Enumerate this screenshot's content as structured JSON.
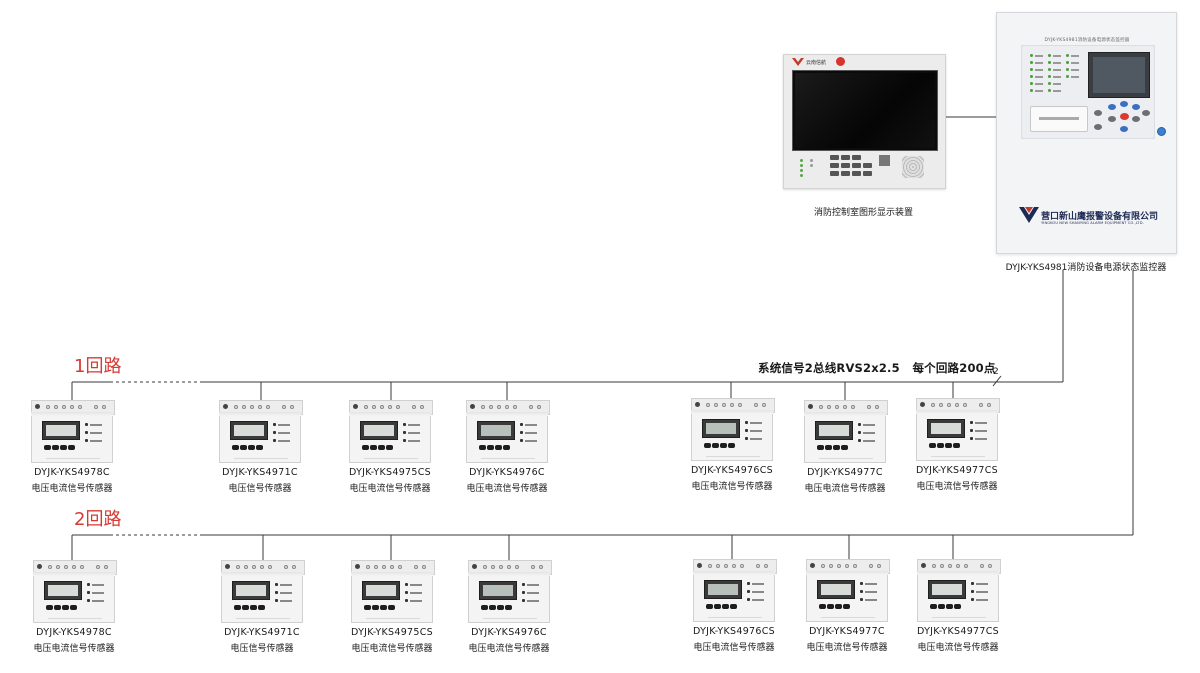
{
  "display_device": {
    "caption": "消防控制室图形显示装置",
    "brand": "云南信航"
  },
  "monitor": {
    "caption": "DYJK-YKS4981消防设备电源状态监控器",
    "panel_title": "DYJK-YKS4981消防设备电源状态监控器",
    "company_cn": "营口新山鹰报警设备有限公司",
    "company_en": "YINGKOU NEW SHANYING ALARM EQUIPMENT CO.,LTD."
  },
  "bus": {
    "note": "系统信号2总线RVS2x2.5   每个回路200点",
    "count": "2"
  },
  "loops": [
    {
      "label": "1回路",
      "sensors": [
        {
          "model": "DYJK-YKS4978C",
          "desc": "电压电流信号传感器"
        },
        {
          "model": "DYJK-YKS4971C",
          "desc": "电压信号传感器"
        },
        {
          "model": "DYJK-YKS4975CS",
          "desc": "电压电流信号传感器"
        },
        {
          "model": "DYJK-YKS4976C",
          "desc": "电压电流信号传感器"
        },
        {
          "model": "DYJK-YKS4976CS",
          "desc": "电压电流信号传感器"
        },
        {
          "model": "DYJK-YKS4977C",
          "desc": "电压电流信号传感器"
        },
        {
          "model": "DYJK-YKS4977CS",
          "desc": "电压电流信号传感器"
        }
      ]
    },
    {
      "label": "2回路",
      "sensors": [
        {
          "model": "DYJK-YKS4978C",
          "desc": "电压电流信号传感器"
        },
        {
          "model": "DYJK-YKS4971C",
          "desc": "电压信号传感器"
        },
        {
          "model": "DYJK-YKS4975CS",
          "desc": "电压电流信号传感器"
        },
        {
          "model": "DYJK-YKS4976C",
          "desc": "电压电流信号传感器"
        },
        {
          "model": "DYJK-YKS4976CS",
          "desc": "电压电流信号传感器"
        },
        {
          "model": "DYJK-YKS4977C",
          "desc": "电压电流信号传感器"
        },
        {
          "model": "DYJK-YKS4977CS",
          "desc": "电压电流信号传感器"
        }
      ]
    }
  ],
  "colors": {
    "loop_label": "#d53b32",
    "wire": "#333333",
    "company": "#1d2a55",
    "knob": "#3c80d0"
  }
}
